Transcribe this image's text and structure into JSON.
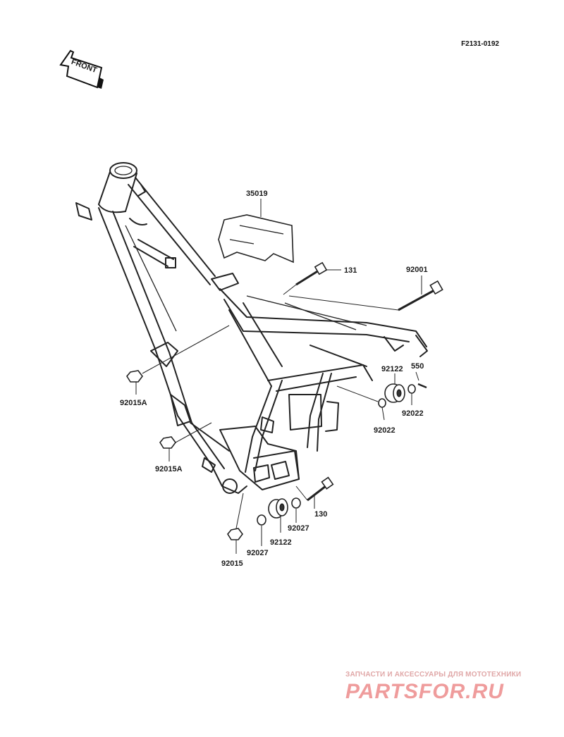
{
  "diagram_code": "F2131-0192",
  "front_arrow_label": "FRONT",
  "watermark": {
    "tagline": "ЗАПЧАСТИ И АКСЕССУАРЫ ДЛЯ МОТОТЕХНИКИ",
    "logo": "PARTSFOR.RU"
  },
  "labels": {
    "p35019": "35019",
    "p131": "131",
    "p92001": "92001",
    "p92122a": "92122",
    "p550": "550",
    "p92022a": "92022",
    "p92022b": "92022",
    "p92015A_1": "92015A",
    "p92015A_2": "92015A",
    "p130": "130",
    "p92027a": "92027",
    "p92122b": "92122",
    "p92027b": "92027",
    "p92015": "92015"
  }
}
